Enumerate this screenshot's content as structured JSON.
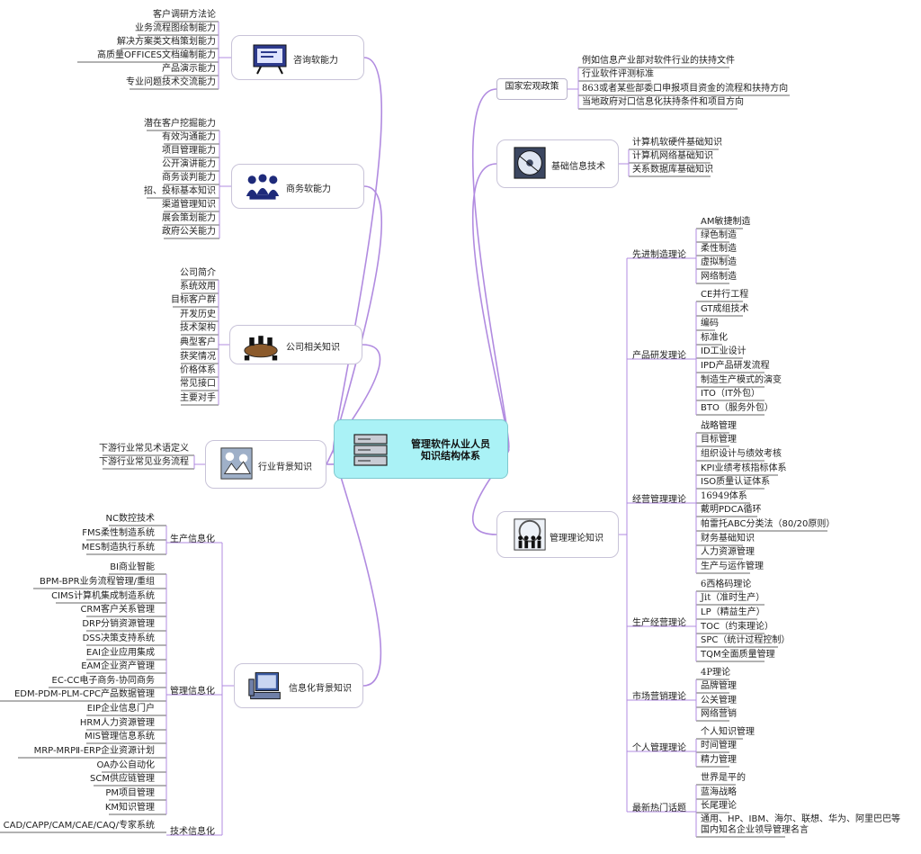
{
  "center": {
    "title_line1": "管理软件从业人员",
    "title_line2": "知识结构体系"
  },
  "nodes": {
    "consult": {
      "label": "咨询软能力",
      "leaves": [
        "客户调研方法论",
        "业务流程图绘制能力",
        "解决方案类文档策划能力",
        "高质量OFFICES文档编制能力",
        "产品演示能力",
        "专业问题技术交流能力"
      ]
    },
    "business": {
      "label": "商务软能力",
      "leaves": [
        "潜在客户挖掘能力",
        "有效沟通能力",
        "项目管理能力",
        "公开演讲能力",
        "商务谈判能力",
        "招、投标基本知识",
        "渠道管理知识",
        "展会策划能力",
        "政府公关能力"
      ]
    },
    "company": {
      "label": "公司相关知识",
      "leaves": [
        "公司简介",
        "系统效用",
        "目标客户群",
        "开发历史",
        "技术架构",
        "典型客户",
        "获奖情况",
        "价格体系",
        "常见接口",
        "主要对手"
      ]
    },
    "industry": {
      "label": "行业背景知识",
      "leaves": [
        "下游行业常见术语定义",
        "下游行业常见业务流程"
      ]
    },
    "infotech": {
      "label": "信息化背景知识",
      "groups": [
        {
          "label": "生产信息化",
          "leaves": [
            "NC数控技术",
            "FMS柔性制造系统",
            "MES制造执行系统"
          ]
        },
        {
          "label": "管理信息化",
          "leaves": [
            "BI商业智能",
            "BPM-BPR业务流程管理/重组",
            "CIMS计算机集成制造系统",
            "CRM客户关系管理",
            "DRP分销资源管理",
            "DSS决策支持系统",
            "EAI企业应用集成",
            "EAM企业资产管理",
            "EC-CC电子商务-协同商务",
            "EDM-PDM-PLM-CPC产品数据管理",
            "EIP企业信息门户",
            "HRM人力资源管理",
            "MIS管理信息系统",
            "MRP-MRPⅡ-ERP企业资源计划",
            "OA办公自动化",
            "SCM供应链管理",
            "PM项目管理",
            "KM知识管理"
          ]
        },
        {
          "label": "技术信息化",
          "leaves": [
            "CAD/CAPP/CAM/CAE/CAQ/专家系统"
          ]
        }
      ]
    },
    "policy": {
      "label": "国家宏观政策",
      "leaves": [
        "例如信息产业部对软件行业的扶持文件",
        "行业软件评测标准",
        "863或者某些部委口申报项目资金的流程和扶持方向",
        "当地政府对口信息化扶持条件和项目方向"
      ]
    },
    "basicit": {
      "label": "基础信息技术",
      "leaves": [
        "计算机软硬件基础知识",
        "计算机网络基础知识",
        "关系数据库基础知识"
      ]
    },
    "mgmt": {
      "label": "管理理论知识",
      "groups": [
        {
          "label": "先进制造理论",
          "leaves": [
            "AM敏捷制造",
            "绿色制造",
            "柔性制造",
            "虚拟制造",
            "网络制造"
          ]
        },
        {
          "label": "产品研发理论",
          "leaves": [
            "CE并行工程",
            "GT成组技术",
            "编码",
            "标准化",
            "ID工业设计",
            "IPD产品研发流程",
            "制造生产模式的演变",
            "ITO（IT外包）",
            "BTO（服务外包）"
          ]
        },
        {
          "label": "经营管理理论",
          "leaves": [
            "战略管理",
            "目标管理",
            "组织设计与绩效考核",
            "KPI业绩考核指标体系",
            "ISO质量认证体系",
            "16949体系",
            "戴明PDCA循环",
            "帕雷托ABC分类法（80/20原则）",
            "财务基础知识",
            "人力资源管理",
            "生产与运作管理"
          ]
        },
        {
          "label": "生产经营理论",
          "leaves": [
            "6西格码理论",
            "Jit（准时生产）",
            "LP（精益生产）",
            "TOC（约束理论）",
            "SPC（统计过程控制）",
            "TQM全面质量管理"
          ]
        },
        {
          "label": "市场营销理论",
          "leaves": [
            "4P理论",
            "品牌管理",
            "公关管理",
            "网络营销"
          ]
        },
        {
          "label": "个人管理理论",
          "leaves": [
            "个人知识管理",
            "时间管理",
            "精力管理"
          ]
        },
        {
          "label": "最新热门话题",
          "leaves": [
            "世界是平的",
            "蓝海战略",
            "长尾理论",
            "通用、HP、IBM、海尔、联想、华为、阿里巴巴等",
            "国内知名企业领导管理名言"
          ]
        }
      ]
    }
  },
  "colors": {
    "link": "#b18be0",
    "leafline": "#333333",
    "center_fill": "#aaf2f6",
    "node_border": "#c8c3d8"
  }
}
